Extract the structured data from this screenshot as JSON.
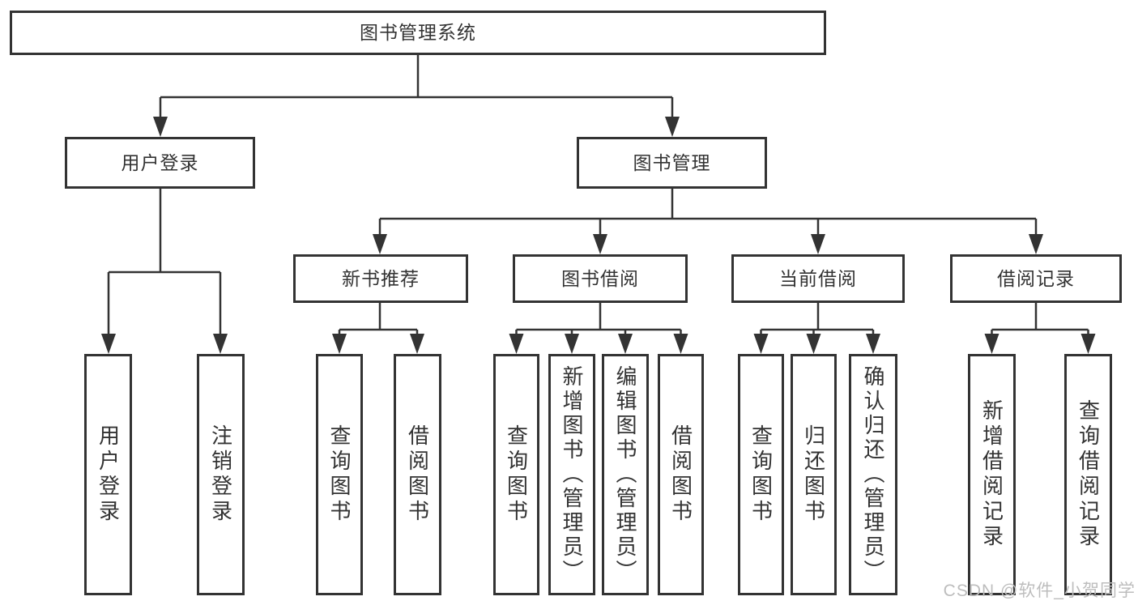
{
  "diagram_title": "图书管理系统",
  "colors": {
    "line": "#333333",
    "text": "#333333",
    "box_background": "#ffffff",
    "watermark": "#bdbdbd"
  },
  "watermark": {
    "text": "CSDN @软件_小贺同学"
  },
  "tree": {
    "root": {
      "label": "图书管理系统",
      "children": [
        {
          "label": "用户登录",
          "children": [
            {
              "label": "用户登录"
            },
            {
              "label": "注销登录"
            }
          ]
        },
        {
          "label": "图书管理",
          "children": [
            {
              "label": "新书推荐",
              "children": [
                {
                  "label": "查询图书"
                },
                {
                  "label": "借阅图书"
                }
              ]
            },
            {
              "label": "图书借阅",
              "children": [
                {
                  "label": "查询图书"
                },
                {
                  "label": "新增图书（管理员）"
                },
                {
                  "label": "编辑图书（管理员）"
                },
                {
                  "label": "借阅图书"
                }
              ]
            },
            {
              "label": "当前借阅",
              "children": [
                {
                  "label": "查询图书"
                },
                {
                  "label": "归还图书"
                },
                {
                  "label": "确认归还（管理员）"
                }
              ]
            },
            {
              "label": "借阅记录",
              "children": [
                {
                  "label": "新增借阅记录"
                },
                {
                  "label": "查询借阅记录"
                }
              ]
            }
          ]
        }
      ]
    }
  }
}
